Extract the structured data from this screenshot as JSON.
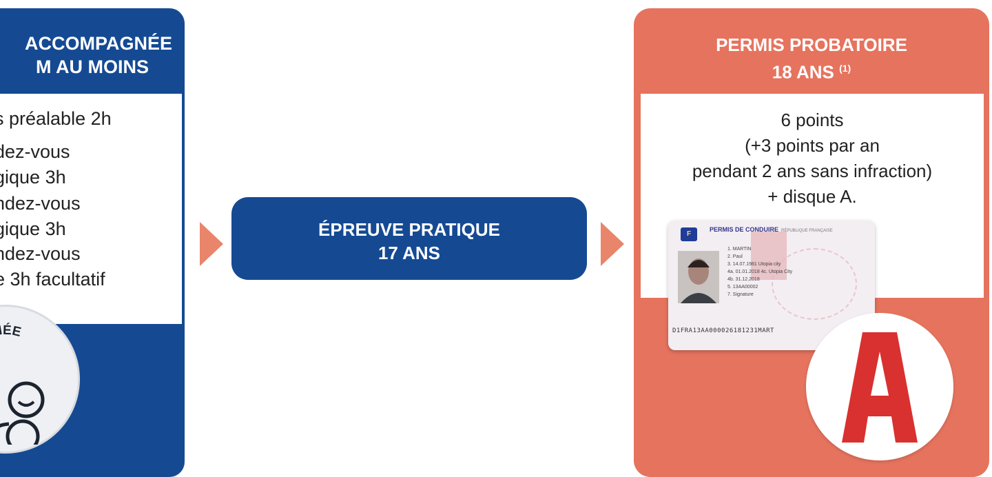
{
  "left_card": {
    "header_line1": "ACCOMPAGNÉE",
    "header_line2": "M AU MOINS",
    "items": [
      "s préalable 2h",
      "dez-vous",
      "gique 3h",
      "ndez-vous",
      "gique 3h",
      "ndez-vous",
      "e 3h facultatif"
    ],
    "badge_text": "COMPAGNÉE"
  },
  "center_step": {
    "line1": "ÉPREUVE PRATIQUE",
    "line2": "17 ANS"
  },
  "right_card": {
    "header_line1": "PERMIS PROBATOIRE",
    "header_line2": "18 ANS",
    "header_note": "(1)",
    "body_lines": [
      "6 points",
      "(+3 points par an",
      "pendant 2 ans sans infraction)",
      "+ disque A."
    ],
    "id_card": {
      "flag": "F",
      "title": "PERMIS DE CONDUIRE",
      "country": "RÉPUBLIQUE FRANÇAISE",
      "lines": [
        "1. MARTIN",
        "2. Paul",
        "3. 14.07.1981 Utopia city",
        "4a. 01.01.2018 4c. Utopia City",
        "4b. 31.12.2018",
        "5. 13AA00002",
        "7. Signature"
      ],
      "mrz": "D1FRA13AA000026181231MART"
    },
    "disc_letter": "A"
  },
  "colors": {
    "blue": "#154a93",
    "orange": "#e6735e",
    "arrow": "#e8856a",
    "disc_red": "#d9312f"
  }
}
